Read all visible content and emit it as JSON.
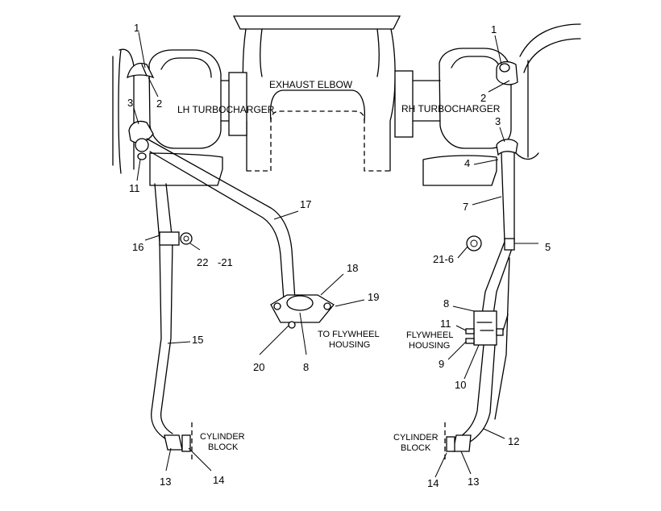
{
  "labels": {
    "exhaust_elbow": "EXHAUST ELBOW",
    "lh_turbocharger": "LH TURBOCHARGER",
    "rh_turbocharger": "RH TURBOCHARGER",
    "to_flywheel_housing_line1": "TO FLYWHEEL",
    "to_flywheel_housing_line2": "HOUSING",
    "flywheel_housing_line1": "FLYWHEEL",
    "flywheel_housing_line2": "HOUSING",
    "cylinder_block_left_line1": "CYLINDER",
    "cylinder_block_left_line2": "BLOCK",
    "cylinder_block_right_line1": "CYLINDER",
    "cylinder_block_right_line2": "BLOCK"
  },
  "callouts": {
    "lh_1": "1",
    "lh_2": "2",
    "lh_3": "3",
    "lh_11": "11",
    "lh_16": "16",
    "lh_22": "22",
    "lh_21": "-21",
    "lh_17": "17",
    "lh_15": "15",
    "lh_18": "18",
    "lh_19": "19",
    "lh_20": "20",
    "lh_8": "8",
    "lh_13": "13",
    "lh_14": "14",
    "rh_1": "1",
    "rh_2": "2",
    "rh_3": "3",
    "rh_4": "4",
    "rh_7": "7",
    "rh_5": "5",
    "rh_21_6": "21-6",
    "rh_8": "8",
    "rh_11": "11",
    "rh_9": "9",
    "rh_10": "10",
    "rh_12": "12",
    "rh_14": "14",
    "rh_13": "13"
  }
}
